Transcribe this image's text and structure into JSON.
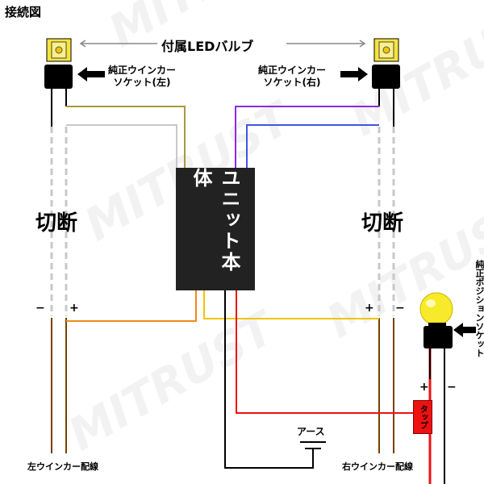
{
  "title": "接続図",
  "bulbs_label": "付属LEDバルブ",
  "socket_left": [
    "純正ウインカー",
    "ソケット(左)"
  ],
  "socket_right": [
    "純正ウインカー",
    "ソケット(右)"
  ],
  "unit_label": "ユニット本体",
  "cut_left": "切断",
  "cut_right": "切断",
  "left_minus": "−",
  "left_plus": "+",
  "right_plus": "+",
  "right_minus": "−",
  "pos_plus": "+",
  "pos_minus": "−",
  "position_socket": "純正ポジションソケット",
  "tap": "タップ",
  "earth": "アース",
  "left_wiring": "左ウインカー配線",
  "right_wiring": "右ウインカー配線",
  "watermark": "MITRUST",
  "colors": {
    "olive": "#a89a3c",
    "purple": "#8a2be2",
    "blue": "#3f55e6",
    "orange": "#f08a1a",
    "yellow": "#f2c400",
    "red": "#ee1111",
    "brown": "#7a3d00",
    "gray_dash": "#c8c8c8",
    "unit": "#222222"
  }
}
